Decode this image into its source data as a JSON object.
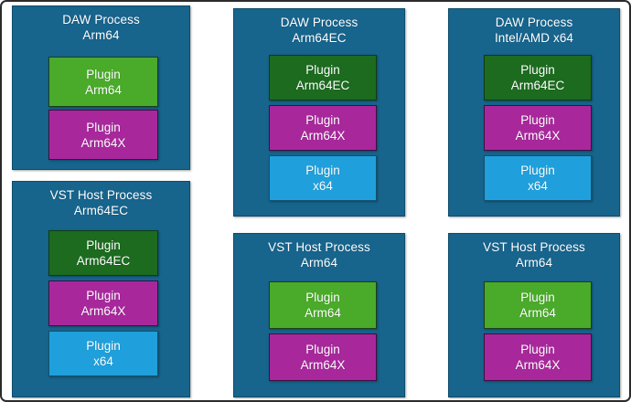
{
  "diagram": {
    "title": "Windows on Arm audio plugin process/architecture compatibility diagram",
    "colors": {
      "panel_blue": "#17648c",
      "plugin_green": "#4aaa2a",
      "plugin_dark_green": "#1c6b1f",
      "plugin_magenta": "#a8289c",
      "plugin_light_blue": "#1fa0dc",
      "frame_border": "#2b2b2b",
      "background": "#ffffff",
      "text": "#ffffff"
    },
    "columns": [
      {
        "name": "column-left",
        "panels": [
          {
            "name": "daw-process-arm64",
            "title_line1": "DAW Process",
            "title_line2": "Arm64",
            "plugins": [
              {
                "name": "plugin-arm64",
                "line1": "Plugin",
                "line2": "Arm64",
                "color": "green"
              },
              {
                "name": "plugin-arm64x",
                "line1": "Plugin",
                "line2": "Arm64X",
                "color": "magenta"
              }
            ]
          },
          {
            "name": "vst-host-process-arm64ec",
            "title_line1": "VST Host Process",
            "title_line2": "Arm64EC",
            "plugins": [
              {
                "name": "plugin-arm64ec",
                "line1": "Plugin",
                "line2": "Arm64EC",
                "color": "darkgreen"
              },
              {
                "name": "plugin-arm64x",
                "line1": "Plugin",
                "line2": "Arm64X",
                "color": "magenta"
              },
              {
                "name": "plugin-x64",
                "line1": "Plugin",
                "line2": "x64",
                "color": "lightblue"
              }
            ]
          }
        ]
      },
      {
        "name": "column-middle",
        "panels": [
          {
            "name": "daw-process-arm64ec",
            "title_line1": "DAW Process",
            "title_line2": "Arm64EC",
            "plugins": [
              {
                "name": "plugin-arm64ec",
                "line1": "Plugin",
                "line2": "Arm64EC",
                "color": "darkgreen"
              },
              {
                "name": "plugin-arm64x",
                "line1": "Plugin",
                "line2": "Arm64X",
                "color": "magenta"
              },
              {
                "name": "plugin-x64",
                "line1": "Plugin",
                "line2": "x64",
                "color": "lightblue"
              }
            ]
          },
          {
            "name": "vst-host-process-arm64",
            "title_line1": "VST Host Process",
            "title_line2": "Arm64",
            "plugins": [
              {
                "name": "plugin-arm64",
                "line1": "Plugin",
                "line2": "Arm64",
                "color": "green"
              },
              {
                "name": "plugin-arm64x",
                "line1": "Plugin",
                "line2": "Arm64X",
                "color": "magenta"
              }
            ]
          }
        ]
      },
      {
        "name": "column-right",
        "panels": [
          {
            "name": "daw-process-intel-amd-x64",
            "title_line1": "DAW Process",
            "title_line2": "Intel/AMD x64",
            "plugins": [
              {
                "name": "plugin-arm64ec",
                "line1": "Plugin",
                "line2": "Arm64EC",
                "color": "darkgreen"
              },
              {
                "name": "plugin-arm64x",
                "line1": "Plugin",
                "line2": "Arm64X",
                "color": "magenta"
              },
              {
                "name": "plugin-x64",
                "line1": "Plugin",
                "line2": "x64",
                "color": "lightblue"
              }
            ]
          },
          {
            "name": "vst-host-process-arm64",
            "title_line1": "VST Host Process",
            "title_line2": "Arm64",
            "plugins": [
              {
                "name": "plugin-arm64",
                "line1": "Plugin",
                "line2": "Arm64",
                "color": "green"
              },
              {
                "name": "plugin-arm64x",
                "line1": "Plugin",
                "line2": "Arm64X",
                "color": "magenta"
              }
            ]
          }
        ]
      }
    ]
  }
}
